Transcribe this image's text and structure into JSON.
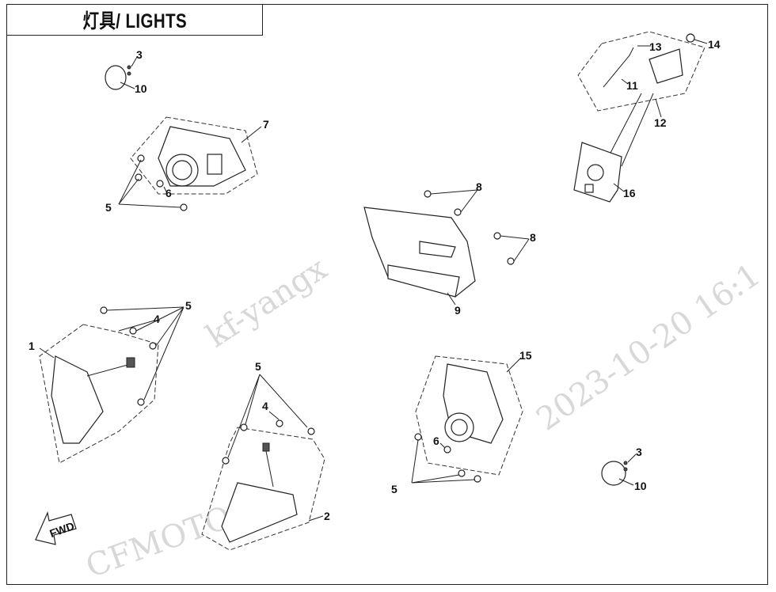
{
  "title": "灯具/ LIGHTS",
  "watermarks": [
    "kf-yangx",
    "CFMOTO",
    "2023-10-20  16:1"
  ],
  "fwd_label": "FWD",
  "callouts": {
    "c3a": "3",
    "c10a": "10",
    "c7": "7",
    "c5a": "5",
    "c6a": "6",
    "c8a": "8",
    "c8b": "8",
    "c9": "9",
    "c13": "13",
    "c14": "14",
    "c11": "11",
    "c12": "12",
    "c16": "16",
    "c5b": "5",
    "c4a": "4",
    "c1": "1",
    "c5c": "5",
    "c4b": "4",
    "c2": "2",
    "c15": "15",
    "c6b": "6",
    "c5d": "5",
    "c3b": "3",
    "c10b": "10"
  }
}
